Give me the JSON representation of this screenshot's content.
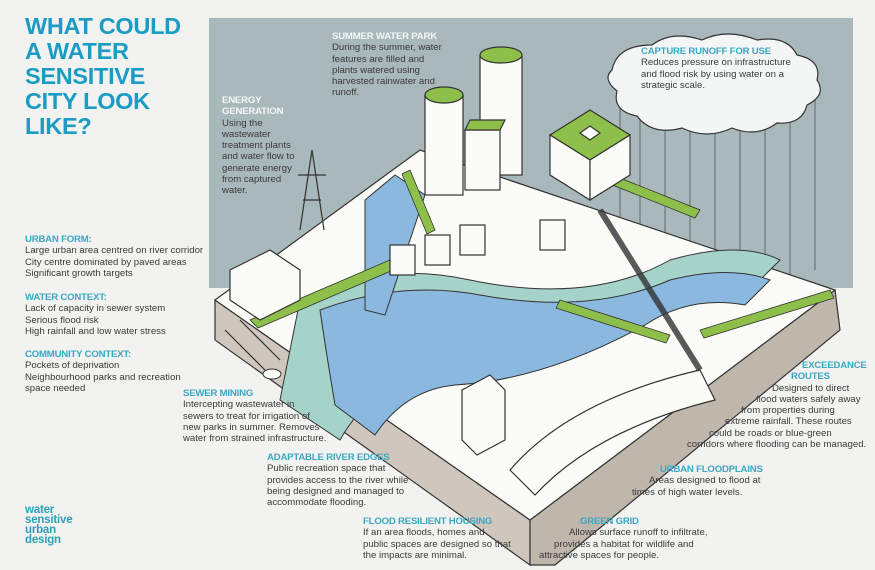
{
  "title_lines": [
    "WHAT COULD",
    "A WATER",
    "SENSITIVE",
    "CITY LOOK",
    "LIKE?"
  ],
  "context": {
    "urban_form": {
      "heading": "URBAN FORM:",
      "lines": [
        "Large urban area centred on river corridor",
        "City centre dominated by paved areas",
        "Significant growth targets"
      ]
    },
    "water_context": {
      "heading": "WATER CONTEXT:",
      "lines": [
        "Lack of capacity in sewer system",
        "Serious flood risk",
        "High rainfall and low water stress"
      ]
    },
    "community_context": {
      "heading": "COMMUNITY CONTEXT:",
      "lines": [
        "Pockets of deprivation",
        "Neighbourhood parks and recreation",
        "space needed"
      ]
    }
  },
  "callouts": {
    "energy_generation": {
      "heading_lines": [
        "ENERGY",
        "GENERATION"
      ],
      "lines": [
        "Using the",
        "wastewater",
        "treatment plants",
        "and water flow to",
        "generate energy",
        "from captured",
        "water."
      ]
    },
    "summer_water_park": {
      "heading": "SUMMER WATER PARK",
      "lines": [
        "During the summer, water",
        "features are filled and",
        "plants watered using",
        "harvested rainwater and",
        "runoff."
      ]
    },
    "capture_runoff": {
      "heading": "CAPTURE RUNOFF FOR USE",
      "lines": [
        "Reduces pressure on infrastructure",
        "and flood risk by using water on a",
        "strategic scale."
      ]
    },
    "sewer_mining": {
      "heading": "SEWER MINING",
      "lines": [
        "Intercepting wastewater in",
        "sewers to treat for irrigation of",
        "new parks in summer. Removes",
        "water from strained infrastructure."
      ]
    },
    "adaptable_river_edges": {
      "heading": "ADAPTABLE RIVER EDGES",
      "lines": [
        "Public recreation space that",
        "provides access to the river while",
        "being designed and managed to",
        "accommodate flooding."
      ]
    },
    "flood_resilient_housing": {
      "heading": "FLOOD RESILIENT HOUSING",
      "lines": [
        "If an area floods, homes and",
        "public spaces  are designed so that",
        "the impacts are minimal."
      ]
    },
    "exceedance_routes": {
      "heading_lines": [
        "EXCEEDANCE",
        "ROUTES"
      ],
      "lines": [
        "Designed to direct",
        "flood waters safely away",
        "from properties during",
        "extreme rainfall.  These routes",
        "could be roads or blue-green",
        "corridors where flooding can be managed."
      ]
    },
    "urban_floodplains": {
      "heading": "URBAN FLOODPLAINS",
      "lines": [
        "Areas designed to flood at",
        "times of high water levels."
      ]
    },
    "green_grid": {
      "heading": "GREEN GRID",
      "lines": [
        "Allows surface runoff to infiltrate,",
        "provides a habitat for wildlife and",
        "attractive spaces for people."
      ]
    }
  },
  "logo_lines": [
    "water",
    "sensitive",
    "urban",
    "design"
  ],
  "colors": {
    "title": "#1a9cc4",
    "heading": "#3aa8c4",
    "panel": "#a9b8ba",
    "green": "#8dbf4a",
    "water": "#8ab8de",
    "bank": "#a6d3c9"
  }
}
